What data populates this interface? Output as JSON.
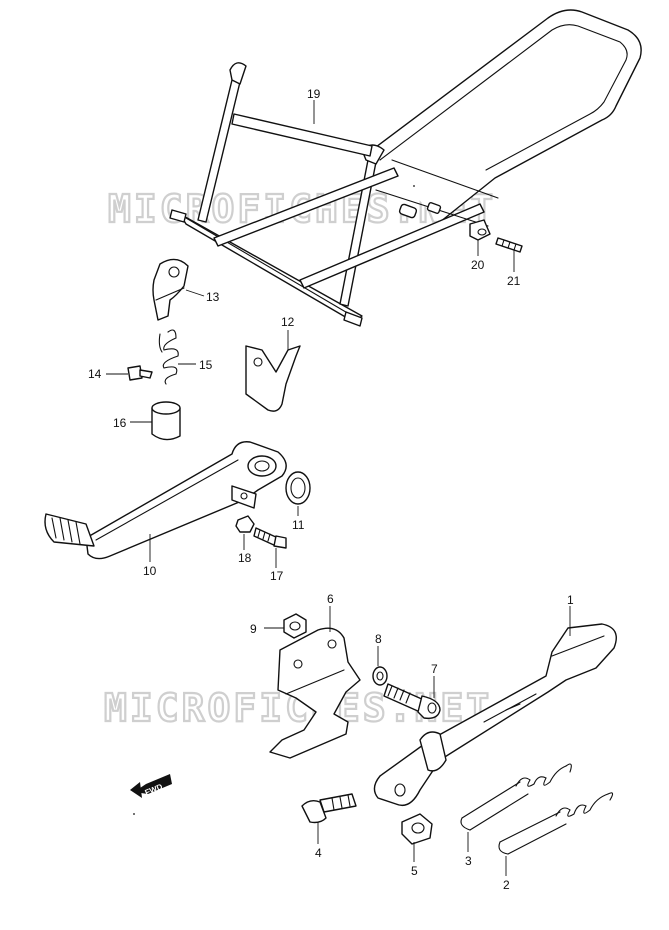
{
  "watermarks": [
    "MICROFICHES.NET",
    "MICROFICHES.NET"
  ],
  "direction_badge": "FWD",
  "callouts": [
    "1",
    "2",
    "3",
    "4",
    "5",
    "6",
    "7",
    "8",
    "9",
    "10",
    "11",
    "12",
    "13",
    "14",
    "15",
    "16",
    "17",
    "18",
    "19",
    "20",
    "21"
  ]
}
